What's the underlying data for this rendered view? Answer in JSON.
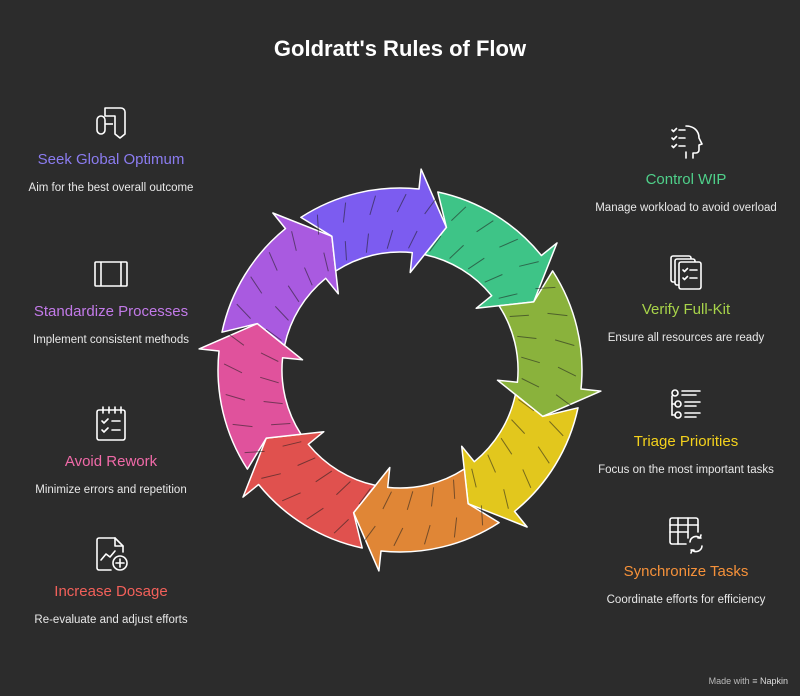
{
  "title": "Goldratt's Rules of Flow",
  "left_items": [
    {
      "icon": "arrow-fork-icon",
      "heading": "Seek Global Optimum",
      "desc": "Aim for the best overall outcome",
      "color": "#8b7cf0"
    },
    {
      "icon": "panel-frame-icon",
      "heading": "Standardize Processes",
      "desc": "Implement consistent methods",
      "color": "#c27ae8"
    },
    {
      "icon": "checklist-calendar-icon",
      "heading": "Avoid Rework",
      "desc": "Minimize errors and repetition",
      "color": "#f06aa8"
    },
    {
      "icon": "chart-plus-document-icon",
      "heading": "Increase Dosage",
      "desc": "Re-evaluate and adjust efforts",
      "color": "#f2605a"
    }
  ],
  "right_items": [
    {
      "icon": "head-checklist-icon",
      "heading": "Control WIP",
      "desc": "Manage workload to avoid overload",
      "color": "#4fd08a"
    },
    {
      "icon": "stacked-checklist-icon",
      "heading": "Verify Full-Kit",
      "desc": "Ensure all resources are ready",
      "color": "#a8d44a"
    },
    {
      "icon": "priority-list-icon",
      "heading": "Triage Priorities",
      "desc": "Focus on the most important tasks",
      "color": "#f4d21c"
    },
    {
      "icon": "table-sync-icon",
      "heading": "Synchronize Tasks",
      "desc": "Coordinate efforts for efficiency",
      "color": "#f5913a"
    }
  ],
  "cycle_colors": [
    "#3ec487",
    "#8ab23c",
    "#e2c71d",
    "#e08636",
    "#e0514e",
    "#e0529c",
    "#a95ae0",
    "#7c5cf0"
  ],
  "footer": {
    "made_with": "Made with",
    "brand": "Napkin"
  }
}
